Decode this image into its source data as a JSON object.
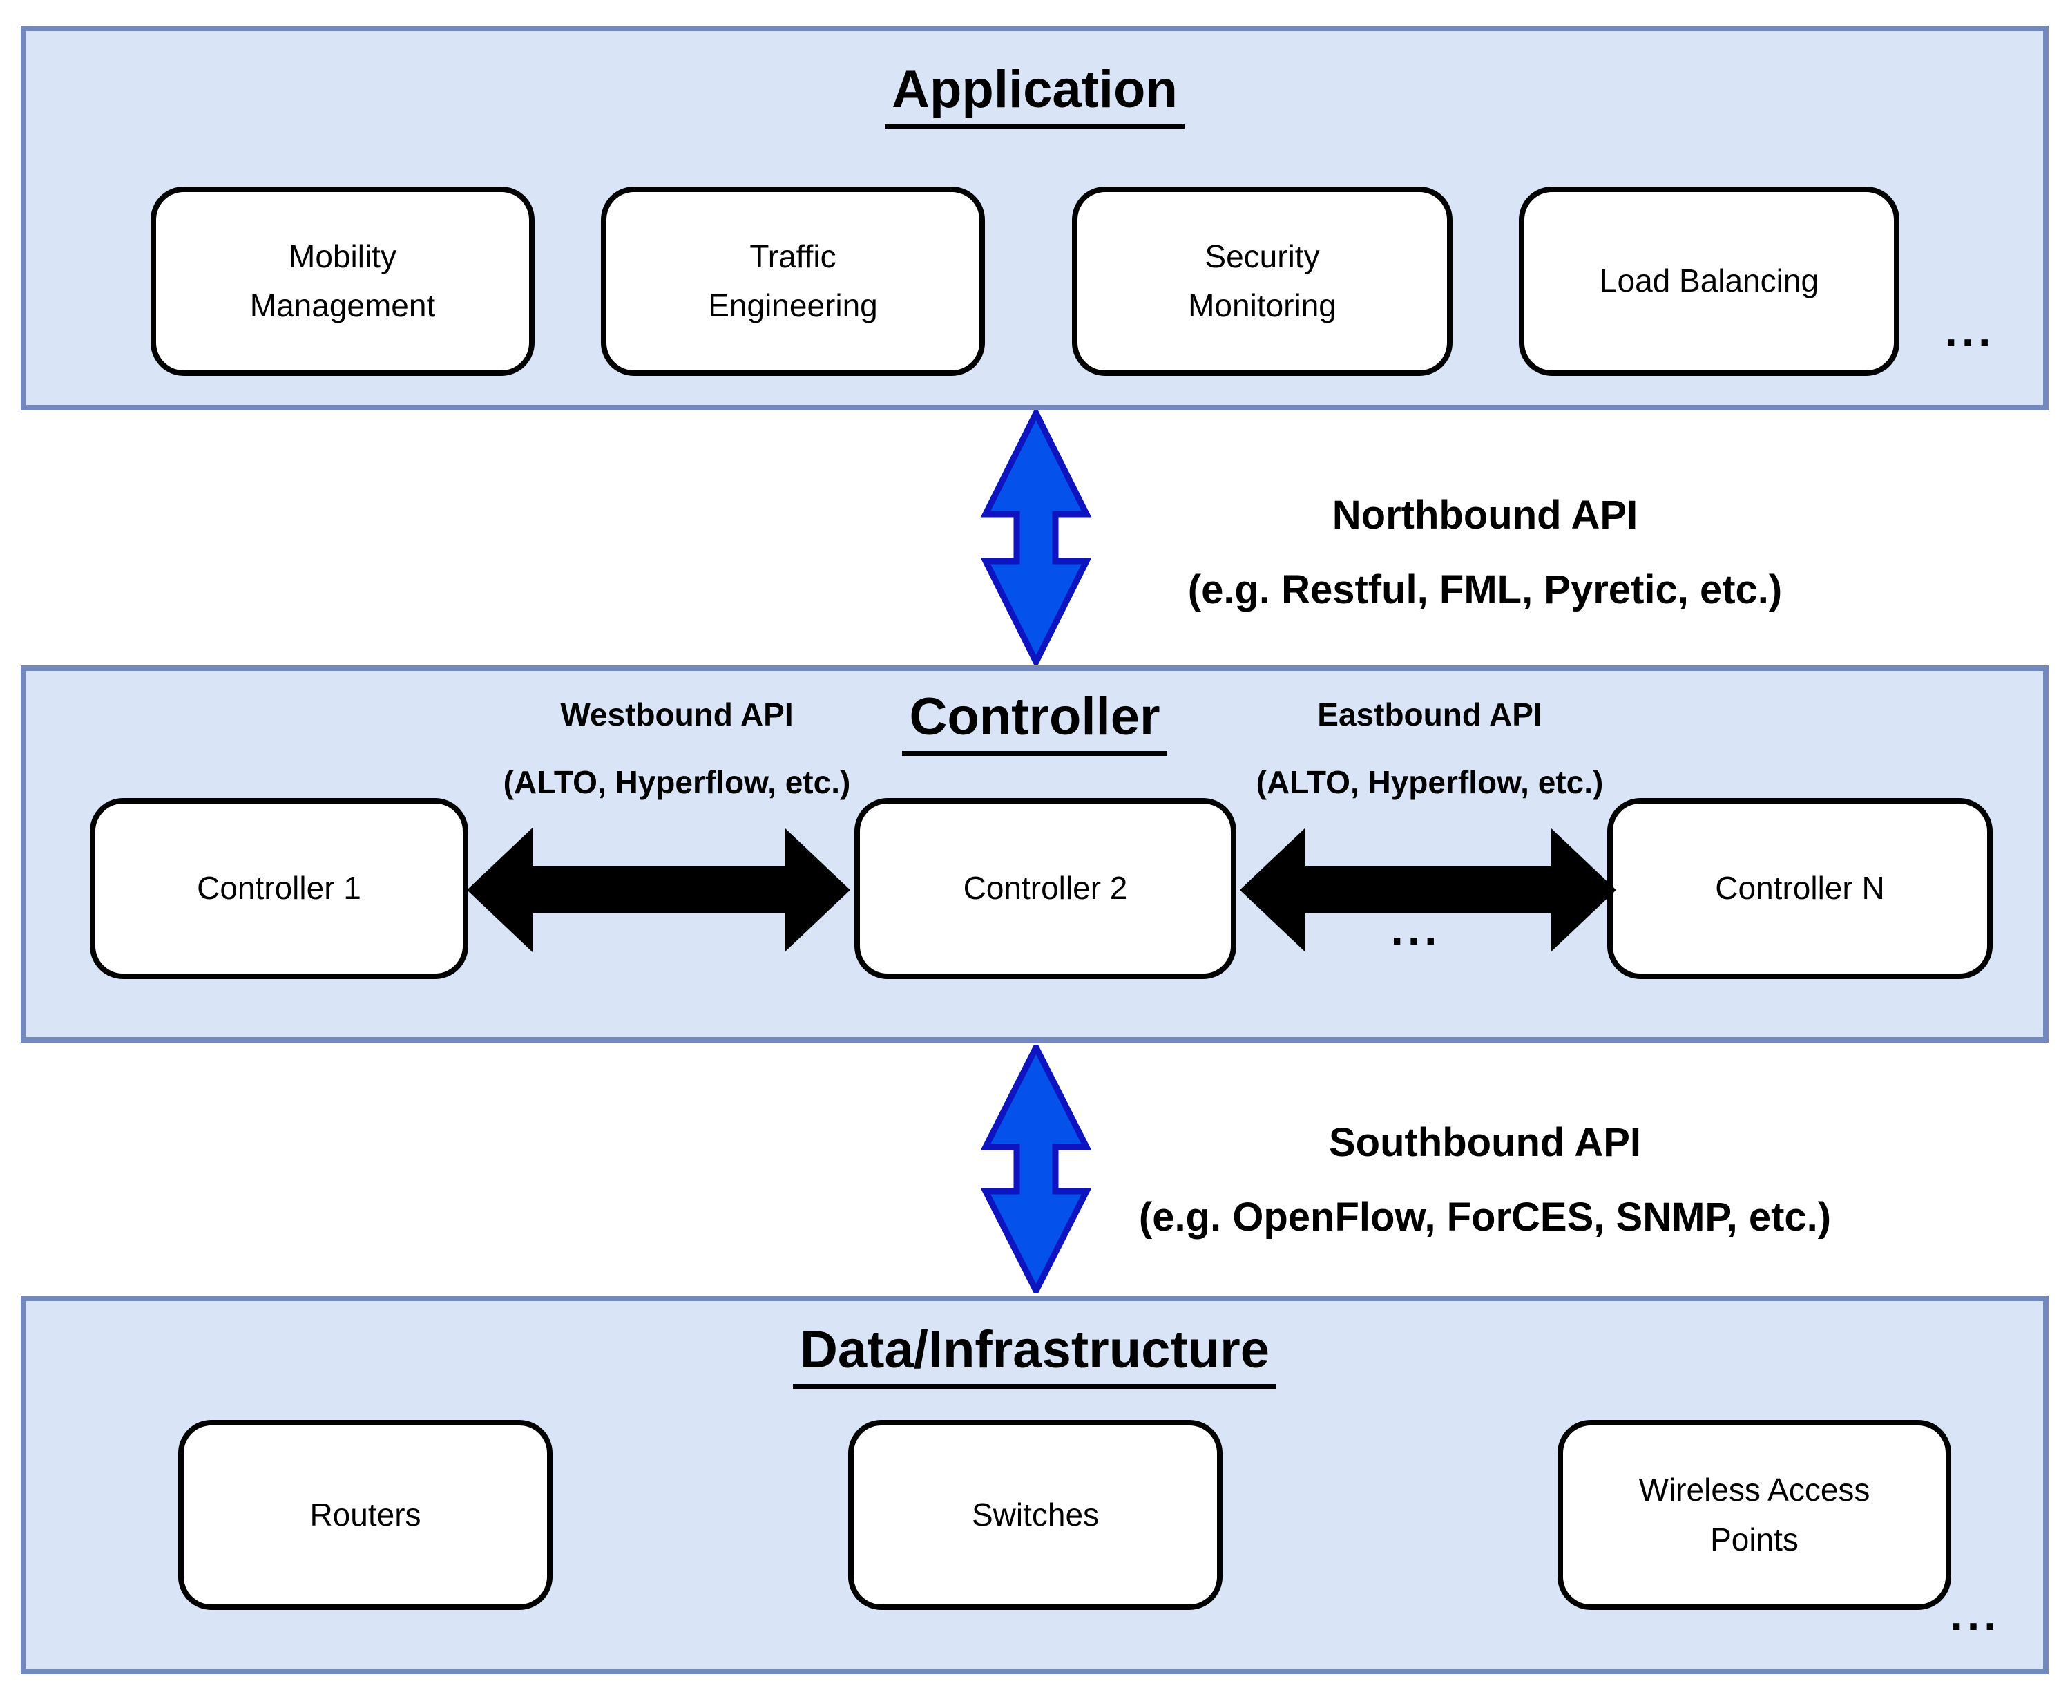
{
  "colors": {
    "panel-fill": "#D9E5F7",
    "panel-border": "#7389BE",
    "node-fill": "#FFFFFF",
    "node-border": "#000000",
    "blue-arrow-fill": "#0551EC",
    "blue-arrow-stroke": "#0D14C0",
    "black-arrow": "#000000",
    "text": "#000000"
  },
  "layers": {
    "application": {
      "title": "Application",
      "boxes": [
        {
          "label": "Mobility\nManagement"
        },
        {
          "label": "Traffic\nEngineering"
        },
        {
          "label": "Security\nMonitoring"
        },
        {
          "label": "Load Balancing"
        }
      ],
      "ellipsis": "..."
    },
    "controller": {
      "title": "Controller",
      "boxes": [
        {
          "label": "Controller 1"
        },
        {
          "label": "Controller 2"
        },
        {
          "label": "Controller N"
        }
      ],
      "westbound": {
        "label": "Westbound API",
        "sublabel": "(ALTO, Hyperflow, etc.)"
      },
      "eastbound": {
        "label": "Eastbound API",
        "sublabel": "(ALTO, Hyperflow, etc.)"
      },
      "ellipsis": "..."
    },
    "data_infrastructure": {
      "title": "Data/Infrastructure",
      "boxes": [
        {
          "label": "Routers"
        },
        {
          "label": "Switches"
        },
        {
          "label": "Wireless Access\nPoints"
        }
      ],
      "ellipsis": "..."
    }
  },
  "connectors": {
    "northbound": {
      "label": "Northbound API",
      "sublabel": "(e.g. Restful, FML, Pyretic, etc.)"
    },
    "southbound": {
      "label": "Southbound API",
      "sublabel": "(e.g. OpenFlow, ForCES, SNMP, etc.)"
    }
  }
}
